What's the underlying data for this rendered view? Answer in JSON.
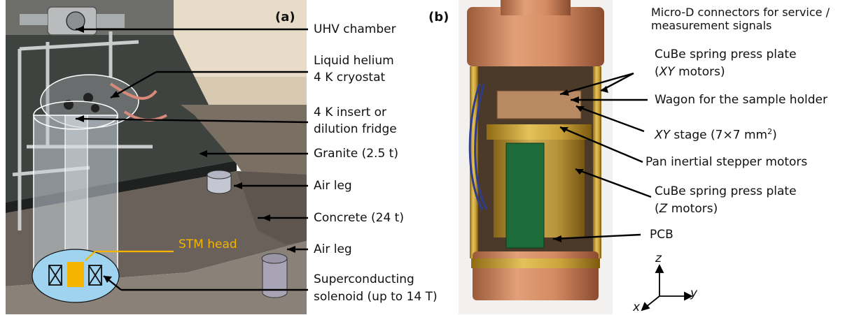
{
  "panel_a": {
    "tag": "(a)",
    "stm_head": "STM head",
    "labels": {
      "uhv": "UHV chamber",
      "lhe1": "Liquid helium",
      "lhe2": "4 K cryostat",
      "ins1": "4 K insert or",
      "ins2": "dilution fridge",
      "granite": "Granite (2.5 t)",
      "airleg1": "Air leg",
      "concrete": "Concrete (24 t)",
      "airleg2": "Air leg",
      "sol1": "Superconducting",
      "sol2": "solenoid (up to 14 T)"
    }
  },
  "panel_b": {
    "tag": "(b)",
    "labels": {
      "micro1": "Micro-D connectors for service /",
      "micro2": "measurement signals",
      "cube1a": "CuBe spring press plate",
      "cube1b_xy": "XY",
      "cube1b_rest": " motors)",
      "wagon": "Wagon for the sample holder",
      "stage_xy": "XY",
      "stage_rest": " stage (7×7 mm",
      "stage_sup": "2",
      "stage_close": ")",
      "pan": "Pan inertial stepper motors",
      "cube2a": "CuBe spring press plate",
      "cube2b_z": "Z",
      "cube2b_rest": " motors)",
      "pcb": "PCB"
    },
    "axes": {
      "z": "z",
      "y": "y",
      "x": "x"
    }
  }
}
